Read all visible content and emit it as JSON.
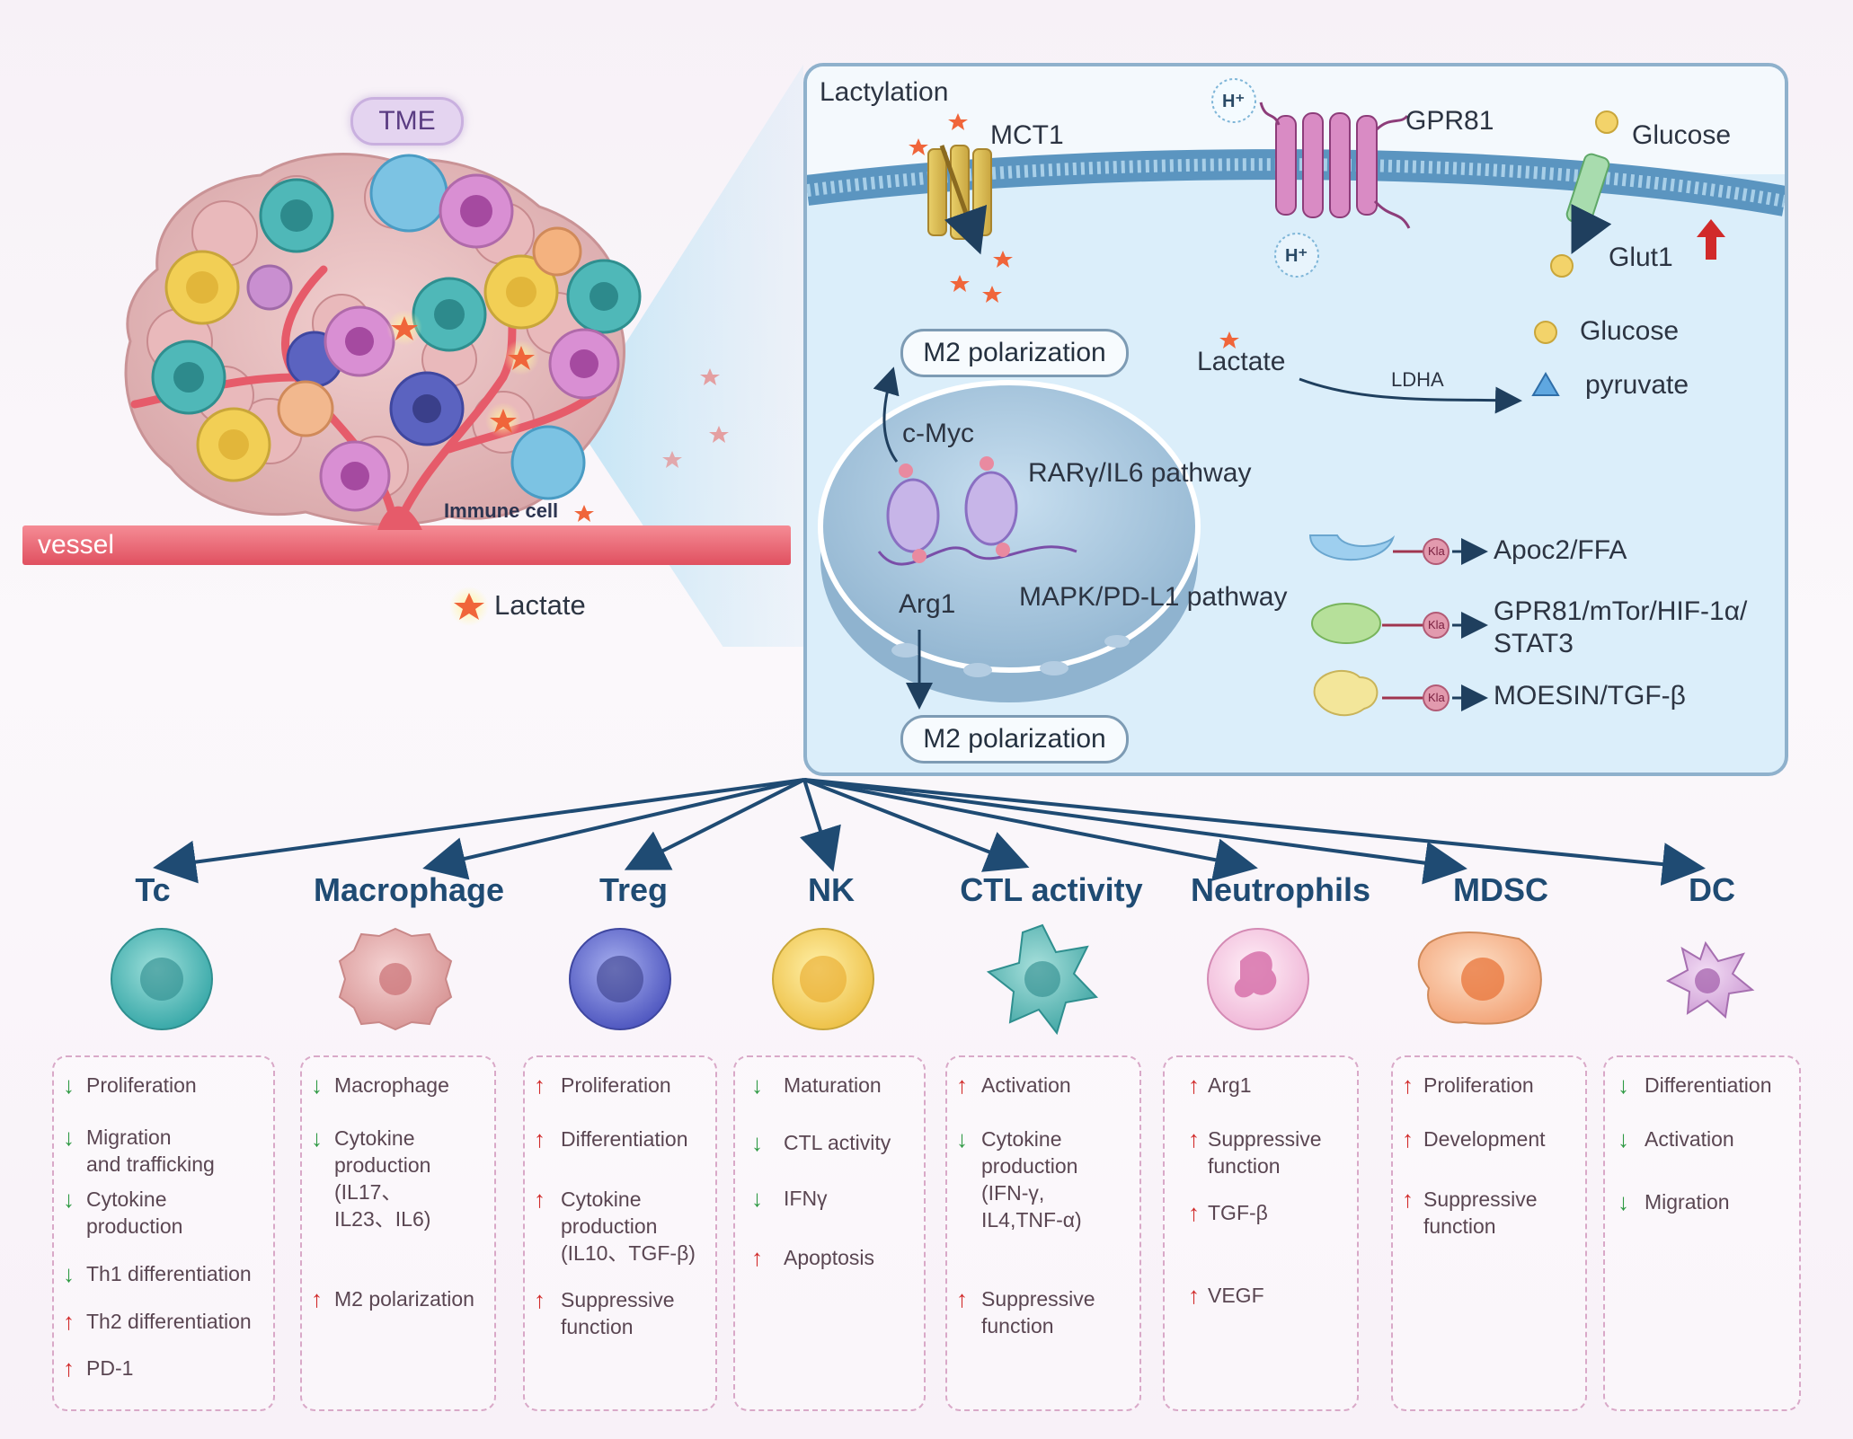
{
  "left": {
    "tme_label": "TME",
    "vessel_label": "vessel",
    "immune_cell_label": "Immune cell",
    "lactate_legend": "Lactate"
  },
  "panel": {
    "lactylation": "Lactylation",
    "mct1": "MCT1",
    "gpr81": "GPR81",
    "glucose_top": "Glucose",
    "glut1": "Glut1",
    "h_plus": "H⁺",
    "m2_top": "M2 polarization",
    "lactate": "Lactate",
    "ldha": "LDHA",
    "glucose": "Glucose",
    "pyruvate": "pyruvate",
    "cmyc": "c-Myc",
    "rar_pathway": "RARγ/IL6 pathway",
    "mapk_pathway": "MAPK/PD-L1 pathway",
    "arg1": "Arg1",
    "m2_bottom": "M2 polarization",
    "kla": "Kla",
    "targets": [
      "Apoc2/FFA",
      "GPR81/mTor/HIF-1α/",
      "STAT3",
      "MOESIN/TGF-β"
    ]
  },
  "cells": [
    {
      "title": "Tc",
      "color": "#4fb8b8",
      "items": [
        {
          "dir": "down",
          "text": "Proliferation"
        },
        {
          "dir": "down",
          "text": "Migration\nand trafficking"
        },
        {
          "dir": "down",
          "text": "Cytokine\nproduction"
        },
        {
          "dir": "down",
          "text": "Th1 differentiation"
        },
        {
          "dir": "up",
          "text": "Th2 differentiation"
        },
        {
          "dir": "up",
          "text": "PD-1"
        }
      ]
    },
    {
      "title": "Macrophage",
      "color": "#d98b8b",
      "items": [
        {
          "dir": "down",
          "text": "Macrophage"
        },
        {
          "dir": "down",
          "text": "Cytokine\nproduction\n(IL17、\nIL23、IL6)"
        },
        {
          "dir": "up",
          "text": "M2 polarization"
        }
      ]
    },
    {
      "title": "Treg",
      "color": "#5b63c0",
      "items": [
        {
          "dir": "up",
          "text": "Proliferation"
        },
        {
          "dir": "up",
          "text": "Differentiation"
        },
        {
          "dir": "up",
          "text": "Cytokine\nproduction\n(IL10、TGF-β)"
        },
        {
          "dir": "up",
          "text": "Suppressive\nfunction"
        }
      ]
    },
    {
      "title": "NK",
      "color": "#f2cf55",
      "items": [
        {
          "dir": "down",
          "text": "Maturation"
        },
        {
          "dir": "down",
          "text": "CTL activity"
        },
        {
          "dir": "down",
          "text": "IFNγ"
        },
        {
          "dir": "up",
          "text": "Apoptosis"
        }
      ]
    },
    {
      "title": "CTL activity",
      "color": "#4fb3b0",
      "items": [
        {
          "dir": "up",
          "text": "Activation"
        },
        {
          "dir": "down",
          "text": "Cytokine\nproduction\n(IFN-γ,\nIL4,TNF-α)"
        },
        {
          "dir": "up",
          "text": "Suppressive\nfunction"
        }
      ]
    },
    {
      "title": "Neutrophils",
      "color": "#f0a8cf",
      "items": [
        {
          "dir": "up",
          "text": "Arg1"
        },
        {
          "dir": "up",
          "text": "Suppressive\nfunction"
        },
        {
          "dir": "up",
          "text": "TGF-β"
        },
        {
          "dir": "up",
          "text": "VEGF"
        }
      ]
    },
    {
      "title": "MDSC",
      "color": "#f08a4a",
      "items": [
        {
          "dir": "up",
          "text": "Proliferation"
        },
        {
          "dir": "up",
          "text": "Development"
        },
        {
          "dir": "up",
          "text": "Suppressive\nfunction"
        }
      ]
    },
    {
      "title": "DC",
      "color": "#c98fd0",
      "items": [
        {
          "dir": "down",
          "text": "Differentiation"
        },
        {
          "dir": "down",
          "text": "Activation"
        },
        {
          "dir": "down",
          "text": "Migration"
        }
      ]
    }
  ]
}
